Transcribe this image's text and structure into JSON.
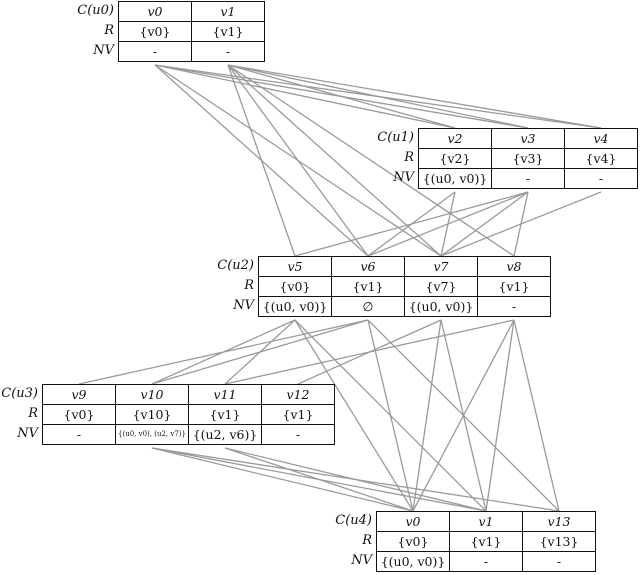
{
  "row_labels": {
    "r": "R",
    "nv": "NV"
  },
  "candidate_tables": [
    {
      "label": "C(u0)",
      "columns": [
        {
          "v": "v0",
          "r": "{v0}",
          "nv": "-"
        },
        {
          "v": "v1",
          "r": "{v1}",
          "nv": "-"
        }
      ]
    },
    {
      "label": "C(u1)",
      "columns": [
        {
          "v": "v2",
          "r": "{v2}",
          "nv": "{(u0, v0)}"
        },
        {
          "v": "v3",
          "r": "{v3}",
          "nv": "-"
        },
        {
          "v": "v4",
          "r": "{v4}",
          "nv": "-"
        }
      ]
    },
    {
      "label": "C(u2)",
      "columns": [
        {
          "v": "v5",
          "r": "{v0}",
          "nv": "{(u0, v0)}"
        },
        {
          "v": "v6",
          "r": "{v1}",
          "nv": "∅"
        },
        {
          "v": "v7",
          "r": "{v7}",
          "nv": "{(u0, v0)}"
        },
        {
          "v": "v8",
          "r": "{v1}",
          "nv": "-"
        }
      ]
    },
    {
      "label": "C(u3)",
      "columns": [
        {
          "v": "v9",
          "r": "{v0}",
          "nv": "-"
        },
        {
          "v": "v10",
          "r": "{v10}",
          "nv": "{(u0, v0), (u2, v7)}"
        },
        {
          "v": "v11",
          "r": "{v1}",
          "nv": "{(u2, v6)}"
        },
        {
          "v": "v12",
          "r": "{v1}",
          "nv": "-"
        }
      ]
    },
    {
      "label": "C(u4)",
      "columns": [
        {
          "v": "v0",
          "r": "{v0}",
          "nv": "{(u0, v0)}"
        },
        {
          "v": "v1",
          "r": "{v1}",
          "nv": "-"
        },
        {
          "v": "v13",
          "r": "{v13}",
          "nv": "-"
        }
      ]
    }
  ],
  "edges": [
    [
      [
        0,
        0
      ],
      [
        1,
        0
      ]
    ],
    [
      [
        0,
        0
      ],
      [
        1,
        1
      ]
    ],
    [
      [
        0,
        0
      ],
      [
        1,
        2
      ]
    ],
    [
      [
        0,
        1
      ],
      [
        1,
        0
      ]
    ],
    [
      [
        0,
        1
      ],
      [
        1,
        1
      ]
    ],
    [
      [
        0,
        1
      ],
      [
        1,
        2
      ]
    ],
    [
      [
        0,
        0
      ],
      [
        2,
        1
      ]
    ],
    [
      [
        0,
        0
      ],
      [
        2,
        2
      ]
    ],
    [
      [
        0,
        1
      ],
      [
        2,
        0
      ]
    ],
    [
      [
        0,
        1
      ],
      [
        2,
        1
      ]
    ],
    [
      [
        0,
        1
      ],
      [
        2,
        2
      ]
    ],
    [
      [
        0,
        1
      ],
      [
        2,
        3
      ]
    ],
    [
      [
        1,
        0
      ],
      [
        2,
        1
      ]
    ],
    [
      [
        1,
        0
      ],
      [
        2,
        2
      ]
    ],
    [
      [
        1,
        1
      ],
      [
        2,
        0
      ]
    ],
    [
      [
        1,
        1
      ],
      [
        2,
        1
      ]
    ],
    [
      [
        1,
        1
      ],
      [
        2,
        2
      ]
    ],
    [
      [
        1,
        1
      ],
      [
        2,
        3
      ]
    ],
    [
      [
        1,
        2
      ],
      [
        2,
        2
      ]
    ],
    [
      [
        2,
        0
      ],
      [
        3,
        1
      ]
    ],
    [
      [
        2,
        0
      ],
      [
        3,
        2
      ]
    ],
    [
      [
        2,
        1
      ],
      [
        3,
        0
      ]
    ],
    [
      [
        2,
        1
      ],
      [
        3,
        1
      ]
    ],
    [
      [
        2,
        2
      ],
      [
        3,
        3
      ]
    ],
    [
      [
        2,
        3
      ],
      [
        3,
        2
      ]
    ],
    [
      [
        2,
        0
      ],
      [
        4,
        0
      ]
    ],
    [
      [
        2,
        0
      ],
      [
        4,
        1
      ]
    ],
    [
      [
        2,
        1
      ],
      [
        4,
        0
      ]
    ],
    [
      [
        2,
        1
      ],
      [
        4,
        2
      ]
    ],
    [
      [
        2,
        2
      ],
      [
        4,
        0
      ]
    ],
    [
      [
        2,
        2
      ],
      [
        4,
        1
      ]
    ],
    [
      [
        2,
        3
      ],
      [
        4,
        0
      ]
    ],
    [
      [
        2,
        3
      ],
      [
        4,
        1
      ]
    ],
    [
      [
        2,
        3
      ],
      [
        4,
        2
      ]
    ],
    [
      [
        3,
        1
      ],
      [
        4,
        0
      ]
    ],
    [
      [
        3,
        1
      ],
      [
        4,
        1
      ]
    ],
    [
      [
        3,
        1
      ],
      [
        4,
        2
      ]
    ],
    [
      [
        3,
        2
      ],
      [
        4,
        0
      ]
    ],
    [
      [
        3,
        2
      ],
      [
        4,
        1
      ]
    ]
  ]
}
